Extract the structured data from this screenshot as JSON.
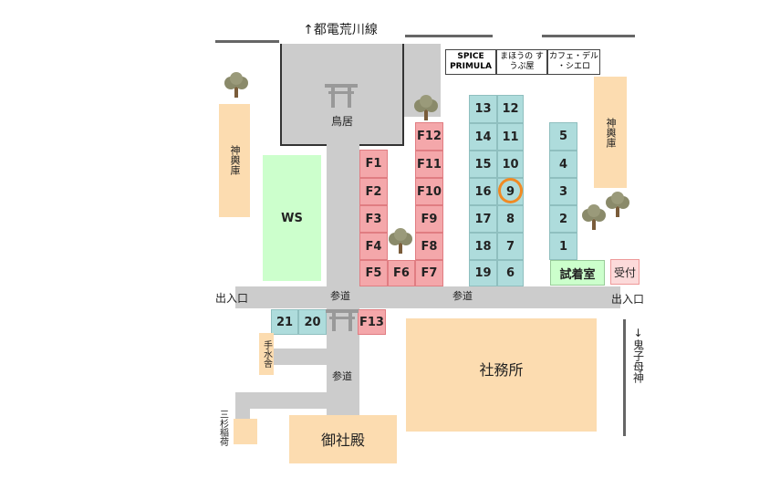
{
  "top_line_label": "↑都電荒川線",
  "torii_top_label": "鳥居",
  "ws_label": "WS",
  "shops": {
    "spice": "SPICE PRIMULA",
    "mahou": "まほうの すうぷ屋",
    "cafe": "カフェ・デル ・シエロ"
  },
  "shrine_storage_left": "神輿庫",
  "shrine_storage_right": "神輿庫",
  "red_booths": [
    "F1",
    "F2",
    "F3",
    "F4",
    "F5",
    "F6",
    "F7",
    "F8",
    "F9",
    "F10",
    "F11",
    "F12",
    "F13"
  ],
  "cyan_booths": [
    "1",
    "2",
    "3",
    "4",
    "5",
    "6",
    "7",
    "8",
    "9",
    "10",
    "11",
    "12",
    "13",
    "14",
    "15",
    "16",
    "17",
    "18",
    "19",
    "20",
    "21"
  ],
  "highlighted_booth": "9",
  "fitting_room": "試着室",
  "reception": "受付",
  "exit_left": "出入口",
  "exit_right": "出入口",
  "sando": "参道",
  "temizuya": "手水舎",
  "kishimojin": "↓鬼子母神",
  "shamusho": "社務所",
  "sansugi_inari": "三杉稲荷",
  "goshaden": "御社殿",
  "colors": {
    "cyan": "#aedcdc",
    "red": "#f4a7aa",
    "tan": "#fcdcb0",
    "green": "#ccffcc",
    "highlight": "#f08a24"
  }
}
